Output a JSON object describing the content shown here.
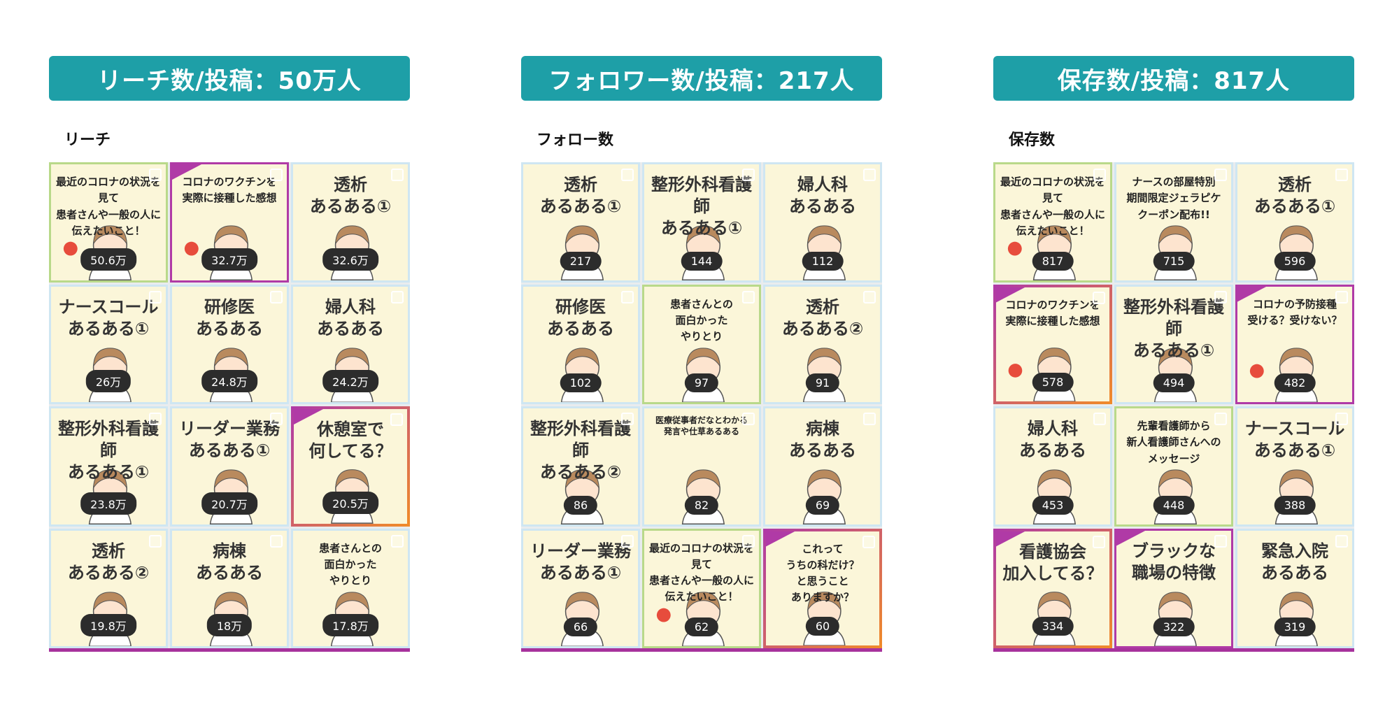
{
  "panels": [
    {
      "banner": "リーチ数/投稿：50万人",
      "label": "リーチ",
      "tiles": [
        {
          "title": "最近のコロナの状況を見て\n患者さんや一般の人に\n伝えたいこと！",
          "count": "50.6万",
          "style": "green",
          "size": "small",
          "icon": "nurse-virus-illustration"
        },
        {
          "title": "コロナのワクチンを\n実際に接種した感想",
          "count": "32.7万",
          "style": "purple",
          "size": "small",
          "icon": "vaccine-syringe-illustration"
        },
        {
          "title": "透析\nあるある①",
          "count": "32.6万",
          "style": "blue",
          "size": "normal",
          "icon": "dialysis-patient-illustration"
        },
        {
          "title": "ナースコール\nあるある①",
          "count": "26万",
          "style": "blue",
          "size": "normal",
          "icon": "nurse-call-illustration"
        },
        {
          "title": "研修医\nあるある",
          "count": "24.8万",
          "style": "blue",
          "size": "normal",
          "icon": "resident-doctor-illustration"
        },
        {
          "title": "婦人科\nあるある",
          "count": "24.2万",
          "style": "blue",
          "size": "normal",
          "icon": "gynecology-illustration"
        },
        {
          "title": "整形外科看護師\nあるある①",
          "count": "23.8万",
          "style": "blue",
          "size": "normal",
          "icon": "crutch-illustration"
        },
        {
          "title": "リーダー業務\nあるある①",
          "count": "20.7万",
          "style": "blue",
          "size": "normal",
          "icon": "leader-nurse-illustration"
        },
        {
          "title": "休憩室で\n何してる？",
          "count": "20.5万",
          "style": "orange",
          "size": "normal",
          "icon": "break-room-illustration"
        },
        {
          "title": "透析\nあるある②",
          "count": "19.8万",
          "style": "blue",
          "size": "normal",
          "icon": "dialysis-patient-illustration"
        },
        {
          "title": "病棟\nあるある",
          "count": "18万",
          "style": "blue",
          "size": "normal",
          "icon": "ward-illustration"
        },
        {
          "title": "患者さんとの\n面白かった\nやりとり",
          "count": "17.8万",
          "style": "blue",
          "size": "small",
          "icon": "patient-conversation-illustration"
        }
      ]
    },
    {
      "banner": "フォロワー数/投稿：217人",
      "label": "フォロー数",
      "tiles": [
        {
          "title": "透析\nあるある①",
          "count": "217",
          "style": "blue",
          "size": "normal",
          "icon": "dialysis-patient-illustration"
        },
        {
          "title": "整形外科看護師\nあるある①",
          "count": "144",
          "style": "blue",
          "size": "normal",
          "icon": "crutch-illustration"
        },
        {
          "title": "婦人科\nあるある",
          "count": "112",
          "style": "blue",
          "size": "normal",
          "icon": "gynecology-illustration"
        },
        {
          "title": "研修医\nあるある",
          "count": "102",
          "style": "blue",
          "size": "normal",
          "icon": "resident-doctor-illustration"
        },
        {
          "title": "患者さんとの\n面白かった\nやりとり",
          "count": "97",
          "style": "green",
          "size": "small",
          "icon": "patient-conversation-illustration"
        },
        {
          "title": "透析\nあるある②",
          "count": "91",
          "style": "blue",
          "size": "normal",
          "icon": "dialysis-patient-illustration"
        },
        {
          "title": "整形外科看護師\nあるある②",
          "count": "86",
          "style": "blue",
          "size": "normal",
          "icon": "crutch-illustration"
        },
        {
          "title": "医療従事者だなとわかる\n発言や仕草あるある",
          "count": "82",
          "style": "blue",
          "size": "tiny",
          "icon": "nurse-cap-illustration"
        },
        {
          "title": "病棟\nあるある",
          "count": "69",
          "style": "blue",
          "size": "normal",
          "icon": "ward-illustration"
        },
        {
          "title": "リーダー業務\nあるある①",
          "count": "66",
          "style": "blue",
          "size": "normal",
          "icon": "leader-nurse-illustration"
        },
        {
          "title": "最近のコロナの状況を見て\n患者さんや一般の人に\n伝えたいこと！",
          "count": "62",
          "style": "green",
          "size": "small",
          "icon": "nurse-virus-illustration"
        },
        {
          "title": "これって\nうちの科だけ？\nと思うこと\nありますか？",
          "count": "60",
          "style": "orange",
          "size": "small",
          "icon": "nurse-question-illustration"
        }
      ]
    },
    {
      "banner": "保存数/投稿：817人",
      "label": "保存数",
      "tiles": [
        {
          "title": "最近のコロナの状況を見て\n患者さんや一般の人に\n伝えたいこと！",
          "count": "817",
          "style": "green",
          "size": "small",
          "icon": "nurse-virus-illustration"
        },
        {
          "title": "ナースの部屋特別\n期間限定ジェラピケ\nクーポン配布!!",
          "count": "715",
          "style": "blue",
          "size": "small",
          "icon": "coupon-illustration"
        },
        {
          "title": "透析\nあるある①",
          "count": "596",
          "style": "blue",
          "size": "normal",
          "icon": "dialysis-patient-illustration"
        },
        {
          "title": "コロナのワクチンを\n実際に接種した感想",
          "count": "578",
          "style": "orange",
          "size": "small",
          "icon": "vaccine-syringe-illustration"
        },
        {
          "title": "整形外科看護師\nあるある①",
          "count": "494",
          "style": "blue",
          "size": "normal",
          "icon": "crutch-illustration"
        },
        {
          "title": "コロナの予防接種\n受ける？受けない？",
          "count": "482",
          "style": "purple",
          "size": "small",
          "icon": "vaccine-syringe-illustration"
        },
        {
          "title": "婦人科\nあるある",
          "count": "453",
          "style": "blue",
          "size": "normal",
          "icon": "gynecology-illustration"
        },
        {
          "title": "先輩看護師から\n新人看護師さんへの\nメッセージ",
          "count": "448",
          "style": "green",
          "size": "small",
          "icon": "senior-nurse-illustration"
        },
        {
          "title": "ナースコール\nあるある①",
          "count": "388",
          "style": "blue",
          "size": "normal",
          "icon": "nurse-call-illustration"
        },
        {
          "title": "看護協会\n加入してる？",
          "count": "334",
          "style": "orange",
          "size": "normal",
          "icon": "nurse-association-illustration"
        },
        {
          "title": "ブラックな\n職場の特徴",
          "count": "322",
          "style": "purple",
          "size": "normal",
          "icon": "black-workplace-illustration"
        },
        {
          "title": "緊急入院\nあるある",
          "count": "319",
          "style": "blue",
          "size": "normal",
          "icon": "emergency-illustration"
        }
      ]
    }
  ],
  "colors": {
    "banner": "#1e9fa7",
    "tile_bg": "#fbf6d9",
    "badge": "#2c2c2c",
    "accent_purple": "#b03aa6",
    "accent_green": "#b9d98a"
  }
}
